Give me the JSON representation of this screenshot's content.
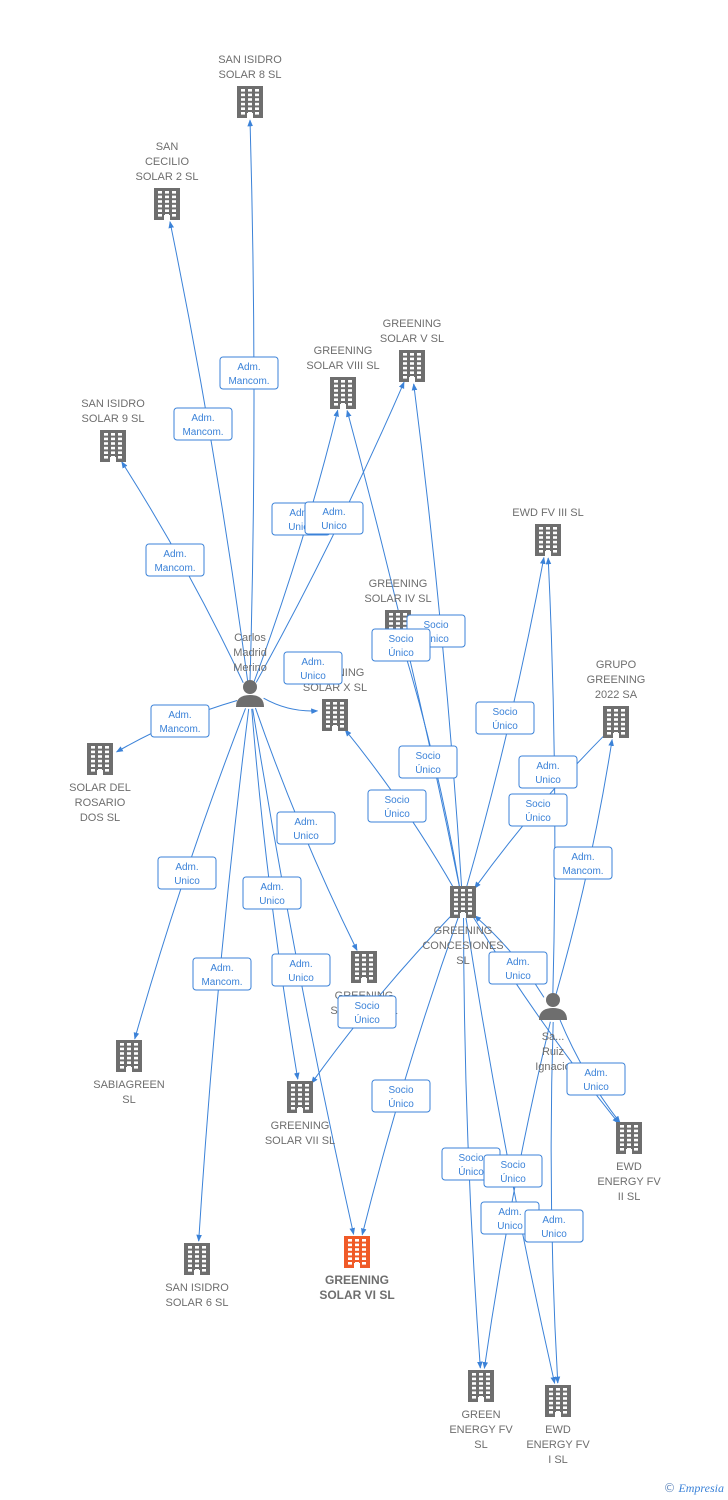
{
  "nodes": [
    {
      "id": "n_isidro8",
      "type": "company",
      "lines": [
        "SAN ISIDRO",
        "SOLAR 8  SL"
      ],
      "focus": false
    },
    {
      "id": "n_cecilio2",
      "type": "company",
      "lines": [
        "SAN",
        "CECILIO",
        "SOLAR 2  SL"
      ],
      "focus": false
    },
    {
      "id": "n_viii",
      "type": "company",
      "lines": [
        "GREENING",
        "SOLAR VIII  SL"
      ],
      "focus": false
    },
    {
      "id": "n_v",
      "type": "company",
      "lines": [
        "GREENING",
        "SOLAR V  SL"
      ],
      "focus": false
    },
    {
      "id": "n_isidro9",
      "type": "company",
      "lines": [
        "SAN ISIDRO",
        "SOLAR 9  SL"
      ],
      "focus": false
    },
    {
      "id": "n_ewd3",
      "type": "company",
      "lines": [
        "EWD FV III  SL"
      ],
      "focus": false
    },
    {
      "id": "n_iv",
      "type": "company",
      "lines": [
        "GREENING",
        "SOLAR IV  SL"
      ],
      "focus": false
    },
    {
      "id": "n_carlos",
      "type": "person",
      "lines": [
        "Carlos",
        "Madrid",
        "Merino"
      ],
      "focus": false
    },
    {
      "id": "n_x",
      "type": "company",
      "lines": [
        "GREENING",
        "SOLAR X  SL"
      ],
      "focus": false
    },
    {
      "id": "n_grupo",
      "type": "company",
      "lines": [
        "GRUPO",
        "GREENING",
        "2022 SA"
      ],
      "focus": false
    },
    {
      "id": "n_rosario",
      "type": "company",
      "lines": [
        "SOLAR DEL",
        "ROSARIO",
        "DOS  SL"
      ],
      "focus": false
    },
    {
      "id": "n_concesiones",
      "type": "company",
      "lines": [
        "GREENING",
        "CONCESIONES",
        "SL"
      ],
      "focus": false
    },
    {
      "id": "n_ix",
      "type": "company",
      "lines": [
        "GREENING",
        "SOLAR IX  SL"
      ],
      "focus": false
    },
    {
      "id": "n_ruiz",
      "type": "person",
      "lines": [
        "Sa...",
        "Ruiz",
        "Ignacio"
      ],
      "focus": false
    },
    {
      "id": "n_sabia",
      "type": "company",
      "lines": [
        "SABIAGREEN",
        "SL"
      ],
      "focus": false
    },
    {
      "id": "n_vii",
      "type": "company",
      "lines": [
        "GREENING",
        "SOLAR VII  SL"
      ],
      "focus": false
    },
    {
      "id": "n_ewd2",
      "type": "company",
      "lines": [
        "EWD",
        "ENERGY FV",
        "II  SL"
      ],
      "focus": false
    },
    {
      "id": "n_isidro6",
      "type": "company",
      "lines": [
        "SAN ISIDRO",
        "SOLAR 6  SL"
      ],
      "focus": false
    },
    {
      "id": "n_vi",
      "type": "company",
      "lines": [
        "GREENING",
        "SOLAR VI  SL"
      ],
      "focus": true
    },
    {
      "id": "n_green",
      "type": "company",
      "lines": [
        "GREEN",
        "ENERGY FV",
        "SL"
      ],
      "focus": false
    },
    {
      "id": "n_ewd1",
      "type": "company",
      "lines": [
        "EWD",
        "ENERGY FV",
        "I  SL"
      ],
      "focus": false
    }
  ],
  "edges": [
    {
      "from": "n_carlos",
      "to": "n_isidro8",
      "label": [
        "Adm.",
        "Mancom."
      ]
    },
    {
      "from": "n_carlos",
      "to": "n_cecilio2",
      "label": [
        "Adm.",
        "Mancom."
      ]
    },
    {
      "from": "n_carlos",
      "to": "n_isidro9",
      "label": [
        "Adm.",
        "Mancom."
      ]
    },
    {
      "from": "n_carlos",
      "to": "n_viii",
      "label": [
        "Adm.",
        "Unico"
      ]
    },
    {
      "from": "n_carlos",
      "to": "n_v",
      "label": [
        "Adm.",
        "Unico"
      ]
    },
    {
      "from": "n_carlos",
      "to": "n_x",
      "label": [
        "Adm.",
        "Unico"
      ]
    },
    {
      "from": "n_carlos",
      "to": "n_rosario",
      "label": [
        "Adm.",
        "Mancom."
      ]
    },
    {
      "from": "n_carlos",
      "to": "n_sabia",
      "label": [
        "Adm.",
        "Unico"
      ]
    },
    {
      "from": "n_carlos",
      "to": "n_isidro6",
      "label": [
        "Adm.",
        "Mancom."
      ]
    },
    {
      "from": "n_carlos",
      "to": "n_ix",
      "label": [
        "Adm.",
        "Unico"
      ]
    },
    {
      "from": "n_carlos",
      "to": "n_vii",
      "label": [
        "Adm.",
        "Unico"
      ]
    },
    {
      "from": "n_carlos",
      "to": "n_vi",
      "label": [
        "Adm.",
        "Unico"
      ]
    },
    {
      "from": "n_concesiones",
      "to": "n_v",
      "label": [
        "Socio",
        "Único"
      ]
    },
    {
      "from": "n_concesiones",
      "to": "n_viii",
      "label": [
        "Socio",
        "Único"
      ]
    },
    {
      "from": "n_concesiones",
      "to": "n_iv",
      "label": [
        "Socio",
        "Único"
      ]
    },
    {
      "from": "n_concesiones",
      "to": "n_x",
      "label": [
        "Socio",
        "Único"
      ]
    },
    {
      "from": "n_concesiones",
      "to": "n_ewd3",
      "label": [
        "Socio",
        "Único"
      ]
    },
    {
      "from": "n_concesiones",
      "to": "n_vii",
      "label": [
        "Socio",
        "Único"
      ]
    },
    {
      "from": "n_concesiones",
      "to": "n_vi",
      "label": [
        "Socio",
        "Único"
      ]
    },
    {
      "from": "n_concesiones",
      "to": "n_green",
      "label": [
        "Socio",
        "Único"
      ]
    },
    {
      "from": "n_concesiones",
      "to": "n_ewd1",
      "label": [
        "Socio",
        "Único"
      ]
    },
    {
      "from": "n_concesiones",
      "to": "n_ewd2",
      "label": [
        "Socio",
        "Único"
      ]
    },
    {
      "from": "n_grupo",
      "to": "n_concesiones",
      "label": [
        "Socio",
        "Único"
      ]
    },
    {
      "from": "n_ruiz",
      "to": "n_ewd3",
      "label": [
        "Adm.",
        "Unico"
      ]
    },
    {
      "from": "n_ruiz",
      "to": "n_grupo",
      "label": [
        "Adm.",
        "Mancom."
      ]
    },
    {
      "from": "n_ruiz",
      "to": "n_ewd2",
      "label": [
        "Adm.",
        "Unico"
      ]
    },
    {
      "from": "n_ruiz",
      "to": "n_green",
      "label": [
        "Adm.",
        "Unico"
      ]
    },
    {
      "from": "n_ruiz",
      "to": "n_ewd1",
      "label": [
        "Adm.",
        "Unico"
      ]
    },
    {
      "from": "n_ruiz",
      "to": "n_concesiones",
      "label": [
        "Adm.",
        "Unico"
      ]
    }
  ],
  "colors": {
    "edge": "#3b82d8",
    "company": "#6e6e6e",
    "focus": "#f05a28",
    "person": "#6e6e6e"
  },
  "footer": {
    "copyright_icon": "©",
    "brand": "Empresia"
  }
}
